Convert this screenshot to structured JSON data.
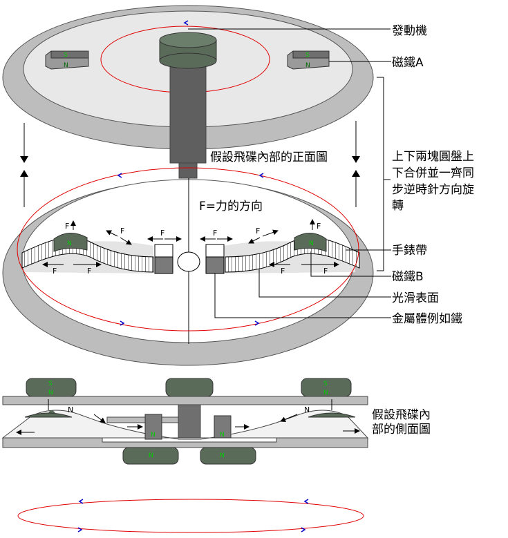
{
  "labels": {
    "engine": "發動機",
    "magnet_a": "磁鐵A",
    "front_view": "假設飛碟內部的正面圖",
    "merge_line1": "上下兩塊圓盤上",
    "merge_line2": "下合併並一齊同",
    "merge_line3": "步逆時針方向旋",
    "merge_line4": "轉",
    "force_dir": "F=力的方向",
    "watchband": "手錶帶",
    "magnet_b": "磁鐵B",
    "smooth_surface": "光滑表面",
    "metal_body": "金屬體例如鐵",
    "side_line1": "假設飛碟內",
    "side_line2": "部的側面圖"
  },
  "marks": {
    "force": "F",
    "north": "N",
    "south": "S"
  },
  "colors": {
    "disk_gray": "#bfbfbf",
    "dark_green": "#5a6b5a",
    "rotation_ring": "#e00000",
    "rotation_arrow": "#0000cc",
    "pole_text": "#00cc00"
  }
}
